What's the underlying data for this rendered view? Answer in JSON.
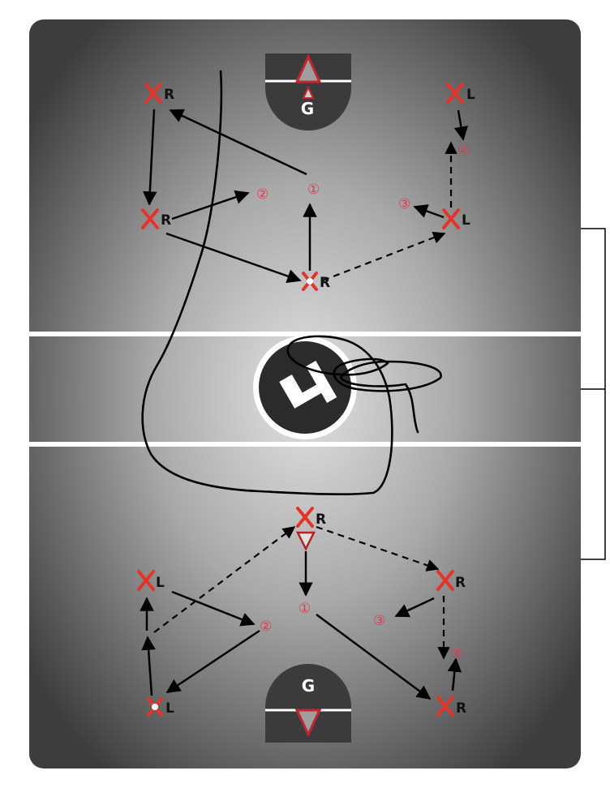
{
  "goalies": [
    {
      "id": "goalie-top",
      "label": "G"
    },
    {
      "id": "goalie-bottom",
      "label": "G"
    }
  ],
  "players": [
    {
      "id": "top-left-upper",
      "hand": "R"
    },
    {
      "id": "top-left-lower",
      "hand": "R"
    },
    {
      "id": "top-center-ball",
      "hand": "R"
    },
    {
      "id": "top-right-upper",
      "hand": "L"
    },
    {
      "id": "top-right-lower",
      "hand": "L"
    },
    {
      "id": "bottom-center",
      "hand": "R"
    },
    {
      "id": "bottom-left-upper",
      "hand": "L"
    },
    {
      "id": "bottom-left-ball",
      "hand": "L"
    },
    {
      "id": "bottom-right-upper",
      "hand": "R"
    },
    {
      "id": "bottom-right-lower",
      "hand": "R"
    }
  ],
  "sequence_markers": [
    {
      "id": "top-1",
      "text": "①"
    },
    {
      "id": "top-2",
      "text": "②"
    },
    {
      "id": "top-3",
      "text": "③"
    },
    {
      "id": "top-4",
      "text": "④"
    },
    {
      "id": "bottom-1",
      "text": "①"
    },
    {
      "id": "bottom-2",
      "text": "②"
    },
    {
      "id": "bottom-3",
      "text": "③"
    },
    {
      "id": "bottom-4",
      "text": "④"
    }
  ],
  "colors": {
    "field_dark": "#3a3a3a",
    "field_light": "#dcdcdc",
    "x_mark": "#e5332a",
    "number": "#e03a4f",
    "line": "#000000",
    "crease": "#3b3b3b"
  }
}
